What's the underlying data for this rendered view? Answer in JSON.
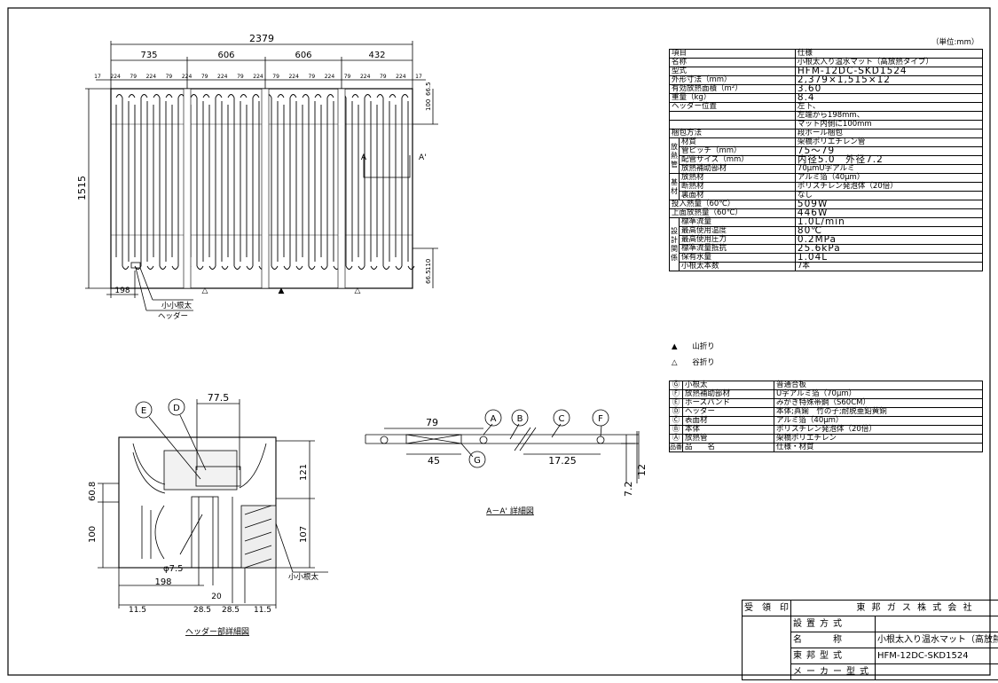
{
  "unit_note": "（単位:mm）",
  "top_view": {
    "overall_width": "2379",
    "segments": [
      "735",
      "606",
      "606",
      "432"
    ],
    "small_dims": [
      "17",
      "224",
      "79",
      "224",
      "79",
      "224",
      "79",
      "224",
      "79",
      "224",
      "79",
      "224",
      "79",
      "224",
      "79",
      "224",
      "79",
      "224",
      "17"
    ],
    "height": "1515",
    "right_dim_top": "100",
    "right_dim_top2": "66.5",
    "right_dim_bottom": "110",
    "right_dim_bottom2": "66.5",
    "left_dim": "198",
    "section_a": "A",
    "section_a_prime": "A'",
    "label_small_root": "小小根太",
    "label_header": "ヘッダー"
  },
  "legend": [
    {
      "symbol": "▲",
      "text": "山折り"
    },
    {
      "symbol": "△",
      "text": "谷折り"
    }
  ],
  "spec_table": {
    "header": [
      "項目",
      "仕様"
    ],
    "rows": [
      [
        "名称",
        "小根太入り温水マット（高放熱タイプ）"
      ],
      [
        "型式",
        "HFM-12DC-SKD1524"
      ],
      [
        "外形寸法（mm）",
        "2,379×1,515×12"
      ],
      [
        "有効放熱面積（m²）",
        "3.60"
      ],
      [
        "重量（kg）",
        "8.4"
      ],
      [
        "ヘッダー位置",
        "左下、"
      ],
      [
        "",
        "左端から198mm、"
      ],
      [
        "",
        "マット内側に100mm"
      ],
      [
        "梱包方法",
        "段ボール梱包"
      ]
    ],
    "group1_label": "放熱管",
    "group1": [
      [
        "材質",
        "架橋ポリエチレン管"
      ],
      [
        "管ピッチ（mm）",
        "75〜79"
      ],
      [
        "配管サイズ（mm）",
        "内径5.0　外径7.2"
      ],
      [
        "放熱補助部材",
        "70μmU字アルミ"
      ]
    ],
    "group2_label": "基材",
    "group2": [
      [
        "放熱材",
        "アルミ箔（40μm）"
      ],
      [
        "断熱材",
        "ポリスチレン発泡体（20倍）"
      ],
      [
        "裏面材",
        "なし"
      ]
    ],
    "rows2": [
      [
        "投入熱量（60℃）",
        "509W"
      ],
      [
        "上面放熱量（60℃）",
        "446W"
      ]
    ],
    "group3_label": "設計関係",
    "group3": [
      [
        "標準流量",
        "1.0L/min"
      ],
      [
        "最高使用温度",
        "80℃"
      ],
      [
        "最高使用圧力",
        "0.2MPa"
      ],
      [
        "標準流量抵抗",
        "25.6kPa"
      ],
      [
        "保有水量",
        "1.04L"
      ],
      [
        "小根太本数",
        "7本"
      ]
    ]
  },
  "parts_table": {
    "rows": [
      [
        "Ⓖ",
        "小根太",
        "普通合板"
      ],
      [
        "Ⓕ",
        "放熱補助部材",
        "U字アルミ箔（70μm）"
      ],
      [
        "Ⓔ",
        "ホースバンド",
        "みがき特殊帯鋼（S60CM）"
      ],
      [
        "Ⓓ",
        "ヘッダー",
        "本体;真鍮　竹の子;耐脱亜鉛黄銅"
      ],
      [
        "Ⓒ",
        "表面材",
        "アルミ箔（40μm）"
      ],
      [
        "Ⓑ",
        "本体",
        "ポリスチレン発泡体（20倍）"
      ],
      [
        "Ⓐ",
        "放熱管",
        "架橋ポリエチレン"
      ]
    ],
    "footer": [
      "品番",
      "品　　名",
      "仕様・材質"
    ]
  },
  "header_detail": {
    "caption": "ヘッダー部詳細図",
    "callout_e": "E",
    "callout_d": "D",
    "dim_top": "77.5",
    "dim_left1": "60.8",
    "dim_left2": "100",
    "dim_right1": "121",
    "dim_right2": "107",
    "dim_pipe": "φ7.5",
    "dim_198": "198",
    "dim_bottom": [
      "11.5",
      "28.5",
      "20",
      "28.5",
      "11.5"
    ],
    "label_small_root": "小小根太"
  },
  "section_detail": {
    "caption": "A－A' 詳細図",
    "callouts": [
      "A",
      "B",
      "C",
      "F",
      "G"
    ],
    "dim_79": "79",
    "dim_45": "45",
    "dim_1725": "17.25",
    "dim_72": "7.2",
    "dim_12": "12"
  },
  "title_block": {
    "receipt": "受　領　印",
    "company": "東 邦 ガ ス 株 式 会 社",
    "rows": [
      [
        "設置方式",
        ""
      ],
      [
        "名　　称",
        "小根太入り温水マット（高放熱タイプ）"
      ],
      [
        "東邦型式",
        "HFM-12DC-SKD1524"
      ],
      [
        "メーカー型式",
        ""
      ]
    ]
  }
}
